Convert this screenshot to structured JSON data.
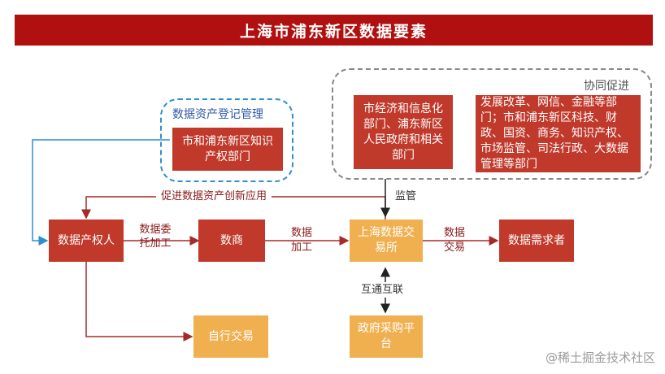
{
  "title": "上海市浦东新区数据要素",
  "groups": {
    "registration": {
      "label": "数据资产登记管理"
    },
    "collaboration": {
      "label": "协同促进"
    }
  },
  "nodes": {
    "ip_office": "市和浦东新区知识产权部门",
    "econ_info": "市经济和信息化部门、浦东新区人民政府和相关部门",
    "other_depts": "发展改革、网信、金融等部门；市和浦东新区科技、财政、国资、商务、知识产权、市场监管、司法行政、大数据管理等部门",
    "rights_holder": "数据产权人",
    "merchant": "数商",
    "exchange": "上海数据交易所",
    "demander": "数据需求者",
    "self_trade": "自行交易",
    "gov_procurement": "政府采购平台"
  },
  "edges": {
    "feedback": "促进数据资产创新应用",
    "entrust": "数据委托加工",
    "process": "数据加工",
    "trade": "数据交易",
    "supervision": "监管",
    "interconnect": "互通互联"
  },
  "watermark": "@稀土掘金技术社区",
  "colors": {
    "banner": "#b01010",
    "red_box": "#c0392b",
    "orange_box": "#f0b050",
    "wire": "#a52a2a",
    "blue_dash": "#2f8ed0"
  }
}
